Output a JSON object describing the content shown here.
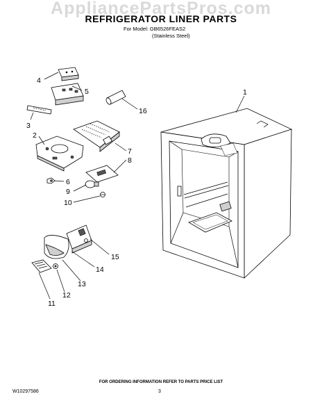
{
  "watermark": "AppliancePartsPros.com",
  "header": {
    "title": "REFRIGERATOR LINER PARTS",
    "model_line": "For Model: GB6526FEAS2",
    "finish_line": "(Stainless Steel)"
  },
  "callouts": {
    "c1": "1",
    "c2": "2",
    "c3": "3",
    "c4": "4",
    "c5": "5",
    "c6": "6",
    "c7": "7",
    "c8": "8",
    "c9": "9",
    "c10": "10",
    "c11": "11",
    "c12": "12",
    "c13": "13",
    "c14": "14",
    "c15": "15",
    "c16": "16"
  },
  "footer": {
    "ordering_info": "FOR ORDERING INFORMATION REFER TO PARTS PRICE LIST",
    "document_number": "W10297586",
    "page_number": "3"
  }
}
